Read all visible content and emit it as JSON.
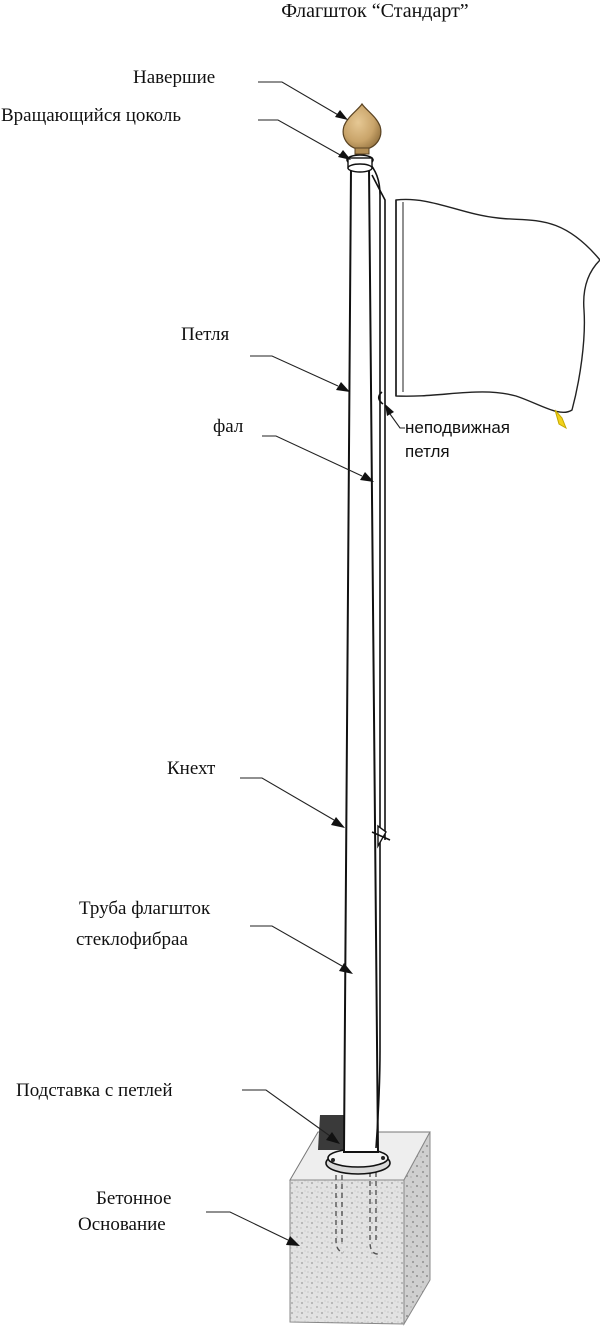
{
  "title": "Флагшток “Стандарт”",
  "labels": {
    "finial": "Навершие",
    "swivel": "Вращающийся цоколь",
    "loop": "Петля",
    "halyard": "фал",
    "fixed_loop_1": "неподвижная",
    "fixed_loop_2": "петля",
    "cleat": "Кнехт",
    "tube_1": "Труба флагшток",
    "tube_2": "стеклофибраа",
    "stand": "Подставка с петлей",
    "base_1": "Бетонное",
    "base_2": "Основание"
  },
  "colors": {
    "finial_gold": "#c9a46a",
    "finial_shadow": "#9b7a44",
    "accent_yellow": "#f2d21a",
    "concrete_light": "#e4e4e4",
    "concrete_dark": "#b9b9b9",
    "stand_shadow": "#3a3a3a"
  }
}
